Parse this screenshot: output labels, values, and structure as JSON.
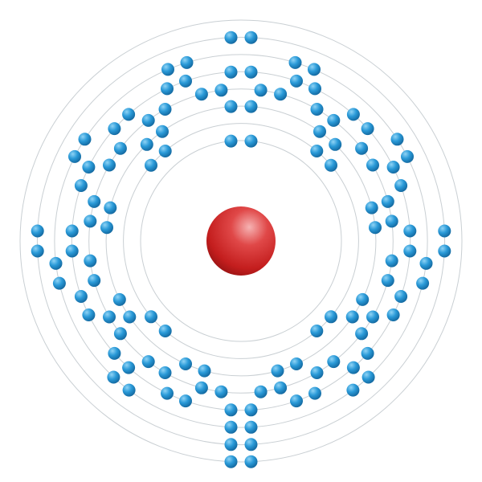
{
  "diagram": {
    "type": "bohr-electron-shell-model",
    "nucleus": {
      "color": "#d42a2a",
      "highlight": "#f6b3b3"
    },
    "electron_color": "#1f8fd0",
    "orbit_color": "#c9cfd3",
    "shells": [
      {
        "shell": 1,
        "electrons": 2
      },
      {
        "shell": 2,
        "electrons": 8
      },
      {
        "shell": 3,
        "electrons": 18
      },
      {
        "shell": 4,
        "electrons": 32
      },
      {
        "shell": 5,
        "electrons": 32
      },
      {
        "shell": 6,
        "electrons": 18
      },
      {
        "shell": 7,
        "electrons": 8
      },
      {
        "shell": 8,
        "electrons": 2
      }
    ]
  }
}
